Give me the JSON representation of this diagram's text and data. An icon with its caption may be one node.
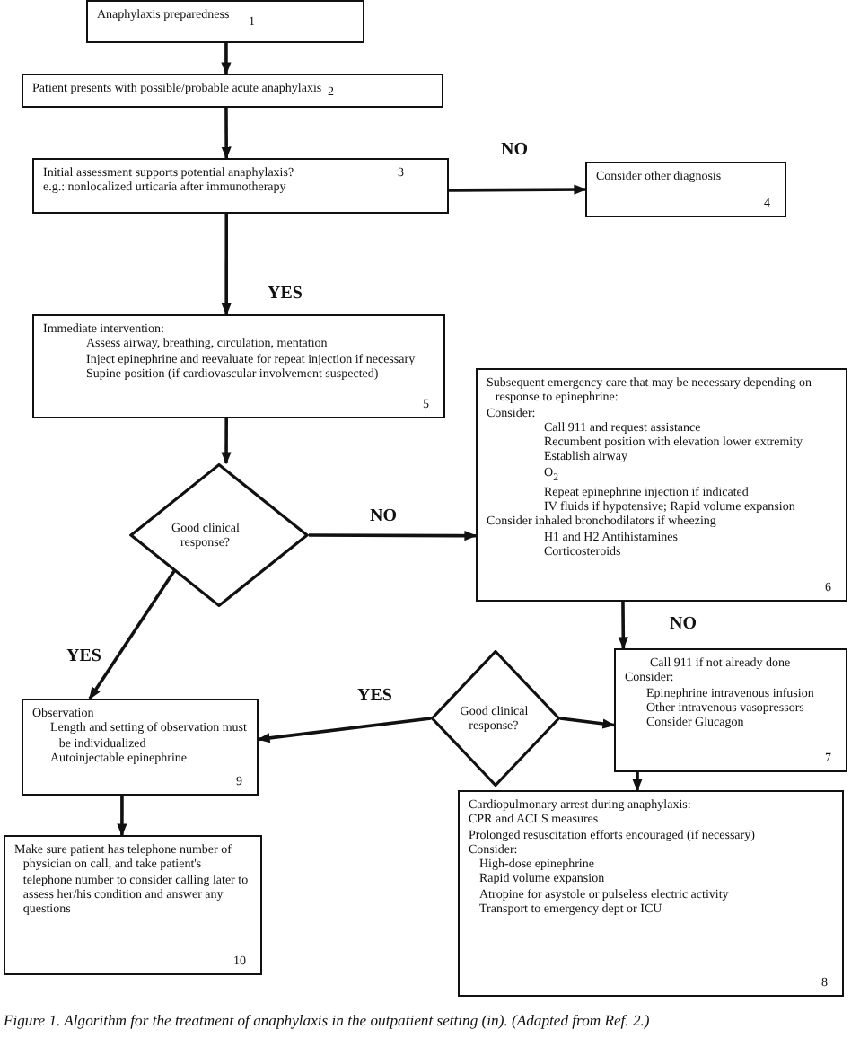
{
  "diagram": {
    "caption": "Figure 1. Algorithm for the treatment of anaphylaxis in the outpatient setting (in). (Adapted from Ref. 2.)",
    "nodes": [
      {
        "text": [
          "Anaphylaxis preparedness",
          "1"
        ]
      },
      {
        "text": [
          "Patient presents with possible/probable acute anaphylaxis",
          "2"
        ]
      },
      {
        "text": [
          "Initial assessment supports potential anaphylaxis?",
          "e.g.: nonlocalized urticaria after immunotherapy",
          "3"
        ]
      },
      {
        "text": [
          "Consider other diagnosis",
          "4"
        ]
      },
      {
        "text": [
          "Immediate intervention:",
          "Assess airway, breathing, circulation, mentation",
          "Inject epinephrine and reevaluate for repeat injection if necessary",
          "Supine position (if cardiovascular involvement suspected)",
          "5"
        ]
      },
      {
        "text": [
          "Good clinical response?"
        ]
      },
      {
        "text": [
          "Subsequent emergency care that may be necessary depending on response to epinephrine:",
          "Consider:",
          "Call 911 and request assistance",
          "Recumbent position with elevation lower extremity",
          "Establish airway",
          "O$_{2}$",
          "Repeat epinephrine injection if indicated",
          "IV fluids if hypotensive; Rapid volume expansion",
          "Consider inhaled bronchodilators if wheezing",
          "H1 and H2 Antihistamines",
          "Corticosteroids",
          "6"
        ]
      },
      {
        "text": [
          "Good clinical response?"
        ]
      },
      {
        "text": [
          "Call 911 if not already done",
          "Consider:",
          "Epinephrine intravenous infusion",
          "Other intravenous vasopressors",
          "Consider Glucagon",
          "7"
        ]
      },
      {
        "text": [
          "Observation",
          "Length and setting of observation must be individualized",
          "Autoinjectable epinephrine",
          "9"
        ]
      },
      {
        "text": [
          "Make sure patient has telephone number of physician on call, and take patient's telephone number to consider calling later to assess her/his condition and answer any questions",
          "10"
        ]
      },
      {
        "text": [
          "Cardiopulmonary arrest during anaphylaxis:",
          "CPR and ACLS measures",
          "Prolonged resuscitation efforts encouraged (if necessary)",
          "Consider:",
          "High-dose epinephrine",
          "Rapid volume expansion",
          "Atropine for asystole or pulseless electric activity",
          "Transport to emergency dept or ICU",
          "8"
        ]
      }
    ],
    "edges": [
      {
        "from": 0,
        "to": 1,
        "arrow": "to"
      },
      {
        "from": 1,
        "to": 2,
        "arrow": "to"
      },
      {
        "from": 2,
        "to": 3,
        "arrow": "to",
        "label": "NO"
      },
      {
        "from": 2,
        "to": 4,
        "arrow": "to",
        "label": "YES"
      },
      {
        "from": 4,
        "to": 5,
        "arrow": "to"
      },
      {
        "from": 5,
        "to": 6,
        "arrow": "to",
        "label": "NO"
      },
      {
        "from": 5,
        "to": 9,
        "arrow": "to",
        "label": "YES"
      },
      {
        "from": 6,
        "to": 8,
        "arrow": "to",
        "label": "NO"
      },
      {
        "from": 7,
        "to": 8,
        "arrow": "to"
      },
      {
        "from": 7,
        "to": 9,
        "arrow": "to",
        "label": "YES"
      },
      {
        "from": 8,
        "to": 11,
        "arrow": "to"
      },
      {
        "from": 9,
        "to": 10,
        "arrow": "to"
      }
    ]
  }
}
